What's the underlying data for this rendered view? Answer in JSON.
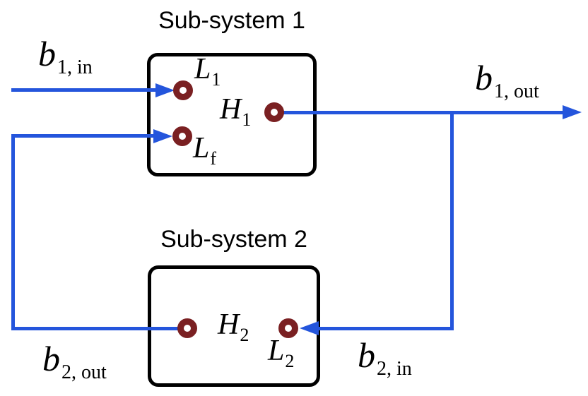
{
  "colors": {
    "wire_blue": "#2455dc",
    "port_maroon": "#7a2022",
    "box_border": "#000000",
    "text": "#000000"
  },
  "subsystem1": {
    "title": "Sub-system 1",
    "ports": {
      "L1": {
        "symbol": "L",
        "subscript": "1"
      },
      "Lf": {
        "symbol": "L",
        "subscript": "f"
      },
      "H1": {
        "symbol": "H",
        "subscript": "1"
      }
    }
  },
  "subsystem2": {
    "title": "Sub-system 2",
    "ports": {
      "H2": {
        "symbol": "H",
        "subscript": "2"
      },
      "L2": {
        "symbol": "L",
        "subscript": "2"
      }
    }
  },
  "signals": {
    "b1_in": {
      "symbol": "b",
      "subscript": "1, in"
    },
    "b1_out": {
      "symbol": "b",
      "subscript": "1, out"
    },
    "b2_out": {
      "symbol": "b",
      "subscript": "2, out"
    },
    "b2_in": {
      "symbol": "b",
      "subscript": "2, in"
    }
  }
}
